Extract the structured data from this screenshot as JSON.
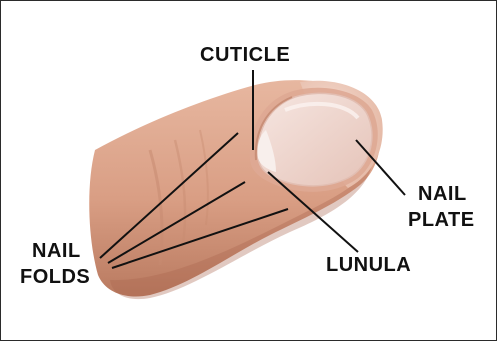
{
  "labels": {
    "cuticle": "CUTICLE",
    "nail_plate_1": "NAIL",
    "nail_plate_2": "PLATE",
    "nail_folds_1": "NAIL",
    "nail_folds_2": "FOLDS",
    "lunula": "LUNULA"
  },
  "colors": {
    "background": "#ffffff",
    "border": "#2b2b2b",
    "skin": "#dca48a",
    "skin_shadow": "#b7775c",
    "nail": "#f0dcd6",
    "nail_edge": "#e9c9bd",
    "lunula": "#f7eeec",
    "leader_line": "#111111",
    "label_text": "#111111"
  }
}
